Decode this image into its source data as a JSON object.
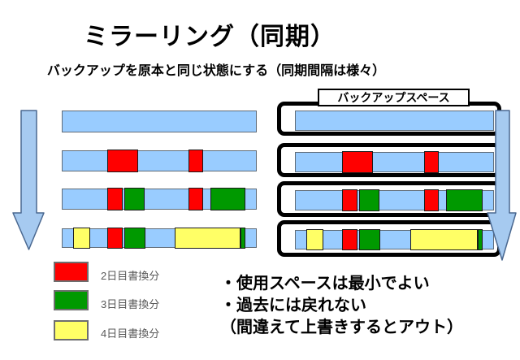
{
  "slide": {
    "title": "ミラーリング（同期）",
    "subtitle": "バックアップを原本と同じ状態にする（同期間隔は様々）"
  },
  "colors": {
    "bar_blue": "#99CCFF",
    "arrow_blue": "#A6CAF0",
    "red": "#FF0000",
    "green": "#009900",
    "yellow": "#FFFF66"
  },
  "diagram": {
    "backup_space_label": "バックアップスペース",
    "rows": [
      {
        "day": 1,
        "segments": []
      },
      {
        "day": 2,
        "segments": [
          {
            "color": "red",
            "left": 23.3,
            "width": 15.8
          },
          {
            "color": "red",
            "left": 65.0,
            "width": 7.5
          }
        ]
      },
      {
        "day": 3,
        "segments": [
          {
            "color": "red",
            "left": 23.3,
            "width": 7.9
          },
          {
            "color": "green",
            "left": 32.0,
            "width": 10.5
          },
          {
            "color": "red",
            "left": 65.0,
            "width": 7.5
          },
          {
            "color": "green",
            "left": 76.3,
            "width": 18.3
          }
        ]
      },
      {
        "day": 4,
        "segments": [
          {
            "color": "yellow",
            "left": 5.4,
            "width": 8.8
          },
          {
            "color": "red",
            "left": 23.3,
            "width": 7.9
          },
          {
            "color": "green",
            "left": 32.0,
            "width": 11.0
          },
          {
            "color": "yellow",
            "left": 57.9,
            "width": 34.2
          },
          {
            "color": "green",
            "left": 92.1,
            "width": 2.6
          }
        ]
      }
    ]
  },
  "legend": {
    "items": [
      {
        "color": "red",
        "label": "2日目書換分"
      },
      {
        "color": "green",
        "label": "3日目書換分"
      },
      {
        "color": "yellow",
        "label": "4日目書換分"
      }
    ]
  },
  "notes": {
    "lines": [
      "・使用スペースは最小でよい",
      "・過去には戻れない",
      "（間違えて上書きするとアウト）"
    ]
  }
}
